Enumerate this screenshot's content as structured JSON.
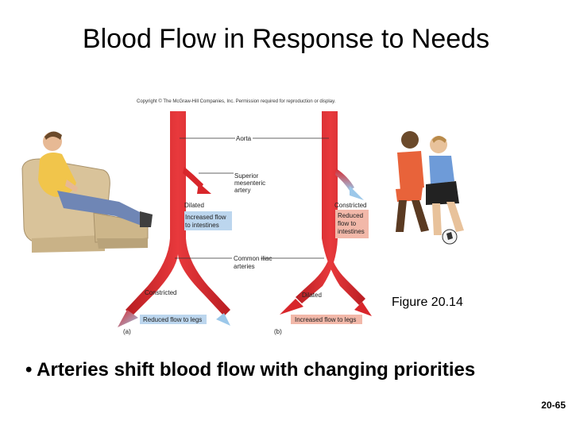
{
  "title": "Blood Flow in Response to Needs",
  "copyright": "Copyright © The McGraw-Hill Companies, Inc. Permission required for reproduction or display.",
  "figure": {
    "labels": {
      "aorta": "Aorta",
      "sma_line1": "Superior",
      "sma_line2": "mesenteric",
      "sma_line3": "artery",
      "dilated_a": "Dilated",
      "constricted_b": "Constricted",
      "inc_intestines_line1": "Increased flow",
      "inc_intestines_line2": "to intestines",
      "red_intestines_line1": "Reduced",
      "red_intestines_line2": "flow to",
      "red_intestines_line3": "intestines",
      "iliac_line1": "Common iliac",
      "iliac_line2": "arteries",
      "constricted_a": "Constricted",
      "dilated_b": "Dilated",
      "red_legs": "Reduced flow to legs",
      "inc_legs": "Increased flow to legs",
      "panel_a": "(a)",
      "panel_b": "(b)"
    },
    "colors": {
      "artery": "#d8262b",
      "reduced": "#9cc8ea",
      "increased": "#d8262b"
    }
  },
  "figure_ref": "Figure 20.14",
  "bullet": "• Arteries shift blood flow with changing priorities",
  "page_number": "20-65"
}
